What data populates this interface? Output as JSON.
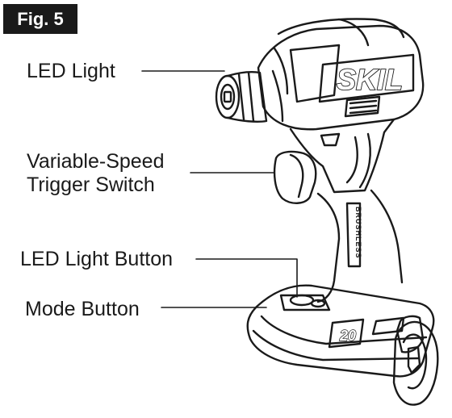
{
  "figure": {
    "label": "Fig. 5"
  },
  "labels": {
    "led_light": "LED Light",
    "trigger_line1": "Variable-Speed",
    "trigger_line2": "Trigger Switch",
    "led_light_button": "LED Light Button",
    "mode_button": "Mode Button"
  },
  "tool": {
    "brand": "SKIL",
    "battery_voltage": "20",
    "handle_text": "BRUSHLESS"
  }
}
